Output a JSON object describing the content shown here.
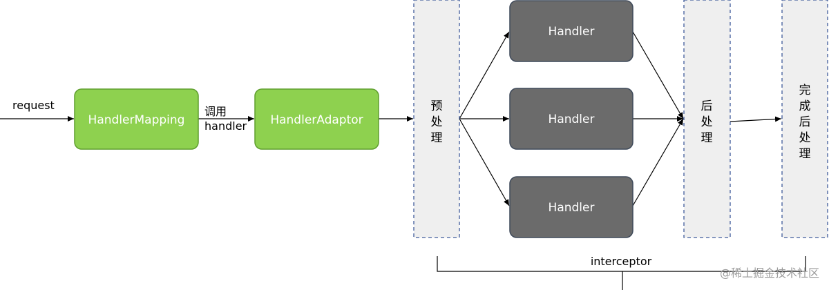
{
  "labels": {
    "request": "request",
    "call_line1": "调用",
    "call_line2": "handler",
    "interceptor": "interceptor",
    "watermark": "@稀土掘金技术社区"
  },
  "nodes": {
    "handler_mapping": "HandlerMapping",
    "handler_adaptor": "HandlerAdaptor",
    "handler_top": "Handler",
    "handler_middle": "Handler",
    "handler_bottom": "Handler"
  },
  "stages": {
    "pre": [
      "预",
      "处",
      "理"
    ],
    "post": [
      "后",
      "处",
      "理"
    ],
    "after": [
      "完",
      "成",
      "后",
      "处",
      "理"
    ]
  },
  "colors": {
    "mapping_fill": "#8ed14f",
    "mapping_stroke": "#5f9e2f",
    "handler_fill": "#6b6b6b",
    "handler_stroke": "#3f4a5a",
    "stage_fill": "#efefef",
    "stage_stroke": "#3f5a9a"
  }
}
